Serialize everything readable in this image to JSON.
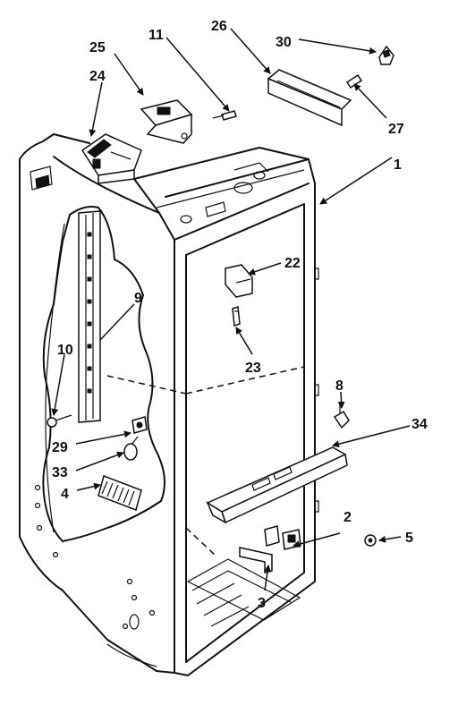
{
  "callouts": [
    {
      "id": "c1",
      "label": "1"
    },
    {
      "id": "c2",
      "label": "2"
    },
    {
      "id": "c3",
      "label": "3"
    },
    {
      "id": "c4",
      "label": "4"
    },
    {
      "id": "c5",
      "label": "5"
    },
    {
      "id": "c8",
      "label": "8"
    },
    {
      "id": "c9",
      "label": "9"
    },
    {
      "id": "c10",
      "label": "10"
    },
    {
      "id": "c11",
      "label": "11"
    },
    {
      "id": "c22",
      "label": "22"
    },
    {
      "id": "c23",
      "label": "23"
    },
    {
      "id": "c24",
      "label": "24"
    },
    {
      "id": "c25",
      "label": "25"
    },
    {
      "id": "c26",
      "label": "26"
    },
    {
      "id": "c27",
      "label": "27"
    },
    {
      "id": "c29",
      "label": "29"
    },
    {
      "id": "c30",
      "label": "30"
    },
    {
      "id": "c33",
      "label": "33"
    },
    {
      "id": "c34",
      "label": "34"
    }
  ]
}
